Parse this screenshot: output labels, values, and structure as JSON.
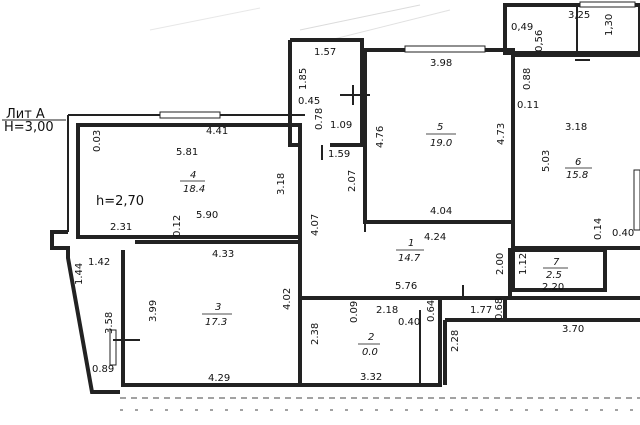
{
  "header": {
    "lit": "Лит А",
    "height": "Н=3,00"
  },
  "room4_height": "h=2,70",
  "rooms": [
    {
      "id": "1",
      "area": "14.7"
    },
    {
      "id": "2",
      "area": "0.0"
    },
    {
      "id": "3",
      "area": "17.3"
    },
    {
      "id": "4",
      "area": "18.4"
    },
    {
      "id": "5",
      "area": "19.0"
    },
    {
      "id": "6",
      "area": "15.8"
    },
    {
      "id": "7",
      "area": "2.5"
    }
  ],
  "dimensions": {
    "d_325": "3,25",
    "d_130": "1,30",
    "d_049": "0,49",
    "d_056": "0,56",
    "d_157": "1.57",
    "d_185": "1.85",
    "d_045": "0.45",
    "d_078": "0.78",
    "d_109": "1.09",
    "d_159": "1.59",
    "d_398": "3.98",
    "d_476": "4.76",
    "d_473": "4.73",
    "d_404": "4.04",
    "d_207": "2.07",
    "d_088": "0.88",
    "d_011": "0.11",
    "d_318r": "3.18",
    "d_503": "5.03",
    "d_014": "0.14",
    "d_040": "0.40",
    "d_003": "0.03",
    "d_441": "4.41",
    "d_581": "5.81",
    "d_318": "3.18",
    "d_590": "5.90",
    "d_231": "2.31",
    "d_012": "0.12",
    "d_407": "4.07",
    "d_424": "4.24",
    "d_200": "2.00",
    "d_576": "5.76",
    "d_112": "1.12",
    "d_220": "2.20",
    "d_142": "1.42",
    "d_144": "1.44",
    "d_433": "4.33",
    "d_358": "3.58",
    "d_399": "3.99",
    "d_402": "4.02",
    "d_429": "4.29",
    "d_089": "0.89",
    "d_238": "2.38",
    "d_009": "0.09",
    "d_218": "2.18",
    "d_040b": "0.40",
    "d_064": "0.64",
    "d_332": "3.32",
    "d_177": "1.77",
    "d_068": "0.68",
    "d_228": "2.28",
    "d_370": "3.70"
  }
}
